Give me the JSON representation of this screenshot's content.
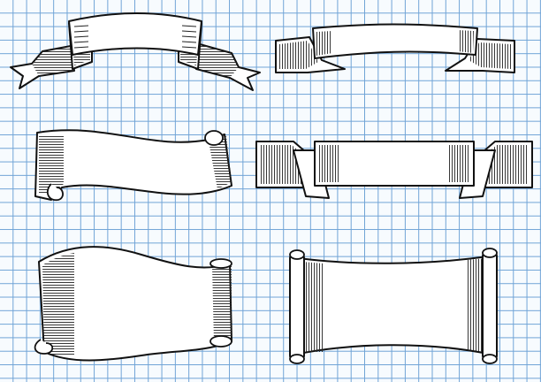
{
  "canvas": {
    "background": "#f7fbfe",
    "grid_color": "#6fa3d6",
    "ink_color": "#111111"
  },
  "banners": [
    {
      "name": "arched-ribbon-banner"
    },
    {
      "name": "straight-ribbon-banner"
    },
    {
      "name": "wavy-scroll-banner"
    },
    {
      "name": "folded-ribbon-banner"
    },
    {
      "name": "large-curled-scroll"
    },
    {
      "name": "rod-scroll"
    }
  ]
}
